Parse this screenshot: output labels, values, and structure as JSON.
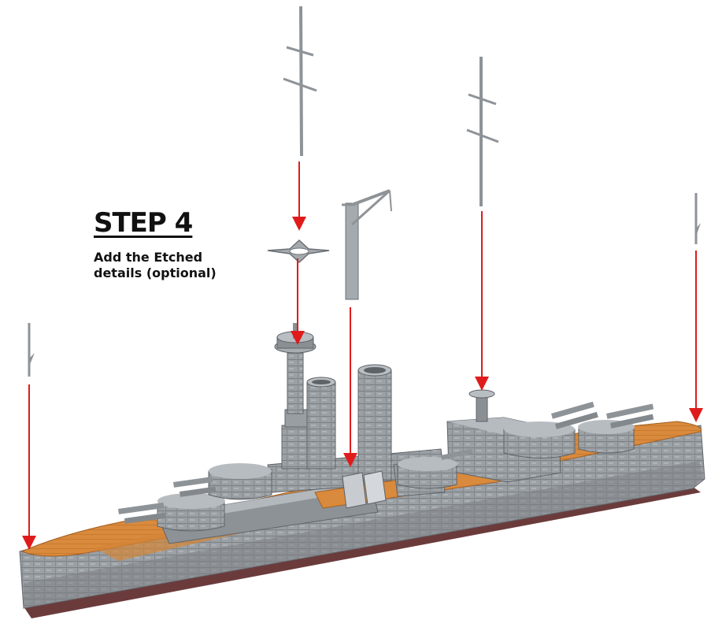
{
  "instructions": {
    "step_title": "STEP 4",
    "step_description": "Add the Etched details (optional)"
  },
  "illustration": {
    "subject": "battleship model",
    "parts": [
      "mast-fore",
      "mast-main",
      "crane",
      "searchlight-platform",
      "flagstaff-bow",
      "flagstaff-stern"
    ],
    "colors": {
      "arrow": "#e01b1b",
      "deck": "#d98a3c",
      "hull": "#9ea3a8",
      "hull_dark": "#6f757b",
      "boot_topping": "#6b3b3b",
      "metal": "#8e9398"
    }
  }
}
